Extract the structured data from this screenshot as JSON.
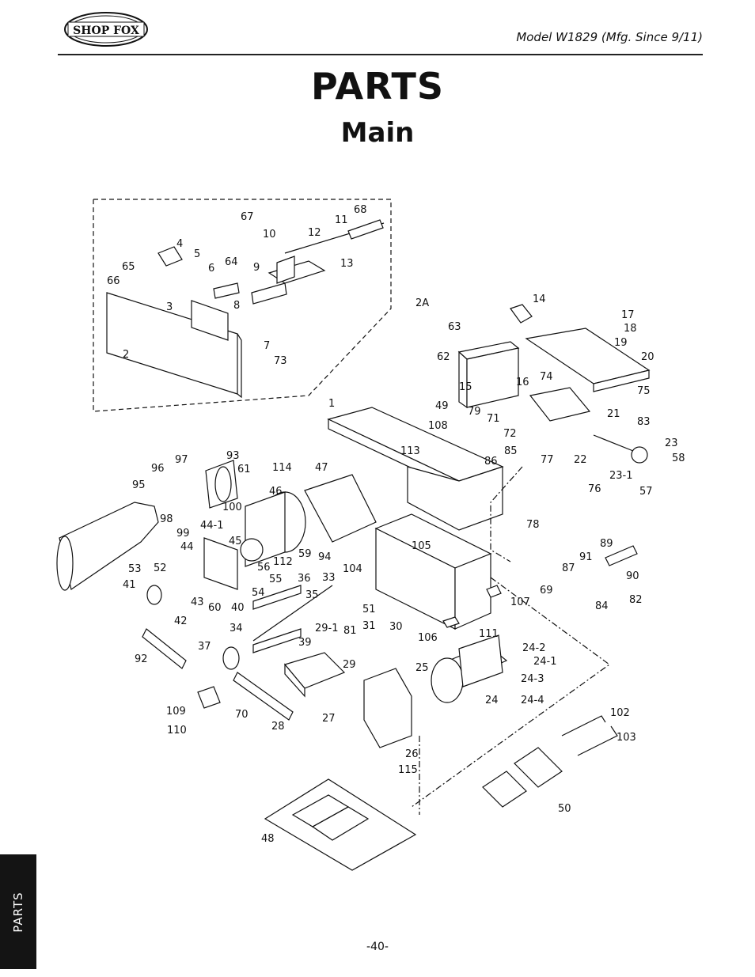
{
  "header": {
    "logo_text": "SHOP FOX",
    "model": "Model W1829 (Mfg. Since 9/11)"
  },
  "title": "PARTS",
  "subtitle": "Main",
  "diagram": {
    "callouts": [
      "1",
      "2",
      "2A",
      "3",
      "4",
      "5",
      "6",
      "7",
      "8",
      "9",
      "10",
      "11",
      "12",
      "13",
      "14",
      "15",
      "16",
      "17",
      "18",
      "19",
      "20",
      "21",
      "22",
      "23",
      "23-1",
      "24",
      "24-1",
      "24-2",
      "24-3",
      "24-4",
      "25",
      "26",
      "27",
      "28",
      "29",
      "29-1",
      "30",
      "31",
      "33",
      "34",
      "35",
      "36",
      "37",
      "39",
      "40",
      "41",
      "42",
      "43",
      "44",
      "44-1",
      "45",
      "46",
      "47",
      "48",
      "49",
      "50",
      "51",
      "52",
      "53",
      "54",
      "55",
      "56",
      "57",
      "58",
      "59",
      "60",
      "61",
      "62",
      "63",
      "64",
      "65",
      "66",
      "67",
      "68",
      "69",
      "70",
      "71",
      "72",
      "73",
      "74",
      "75",
      "76",
      "77",
      "78",
      "79",
      "81",
      "82",
      "83",
      "84",
      "85",
      "86",
      "87",
      "89",
      "90",
      "91",
      "92",
      "93",
      "94",
      "95",
      "96",
      "97",
      "98",
      "99",
      "100",
      "102",
      "103",
      "104",
      "105",
      "106",
      "107",
      "108",
      "109",
      "110",
      "111",
      "112",
      "113",
      "114",
      "115"
    ]
  },
  "side_tab": "PARTS",
  "page_number": "-40-"
}
